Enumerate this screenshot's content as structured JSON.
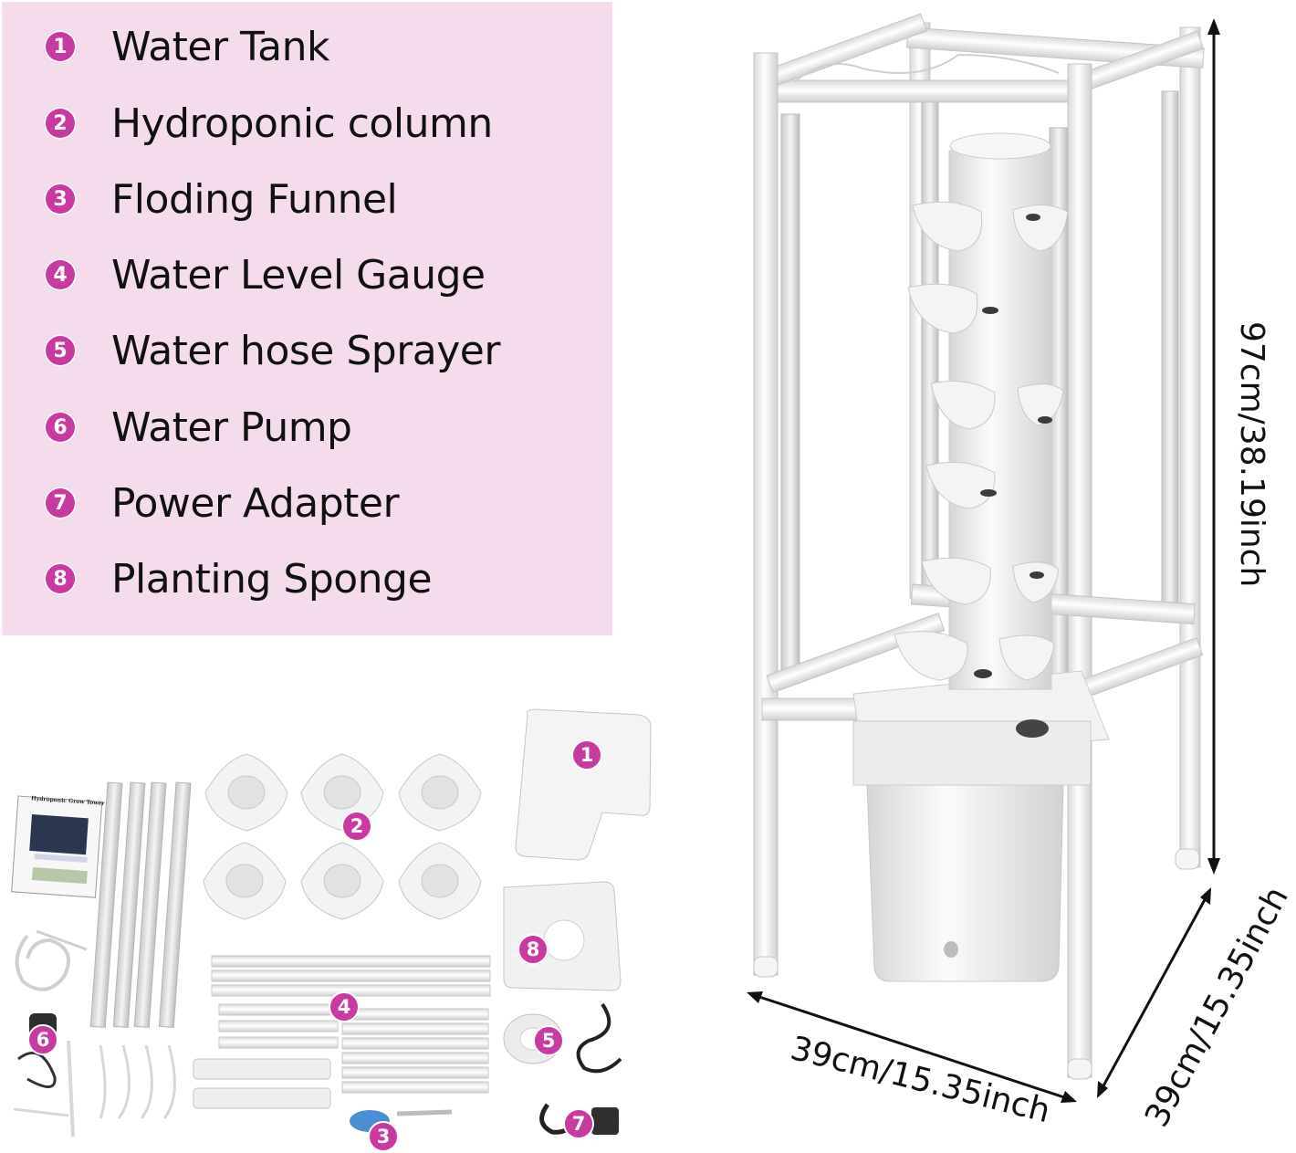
{
  "legend": {
    "items": [
      {
        "number": "1",
        "label": "Water Tank"
      },
      {
        "number": "2",
        "label": "Hydroponic column"
      },
      {
        "number": "3",
        "label": "Floding Funnel"
      },
      {
        "number": "4",
        "label": "Water Level Gauge"
      },
      {
        "number": "5",
        "label": "Water hose Sprayer"
      },
      {
        "number": "6",
        "label": "Water Pump"
      },
      {
        "number": "7",
        "label": "Power Adapter"
      },
      {
        "number": "8",
        "label": "Planting Sponge"
      }
    ]
  },
  "parts_photo": {
    "manual_title": "Hydroponic Grow Tower",
    "badges": {
      "b1": "1",
      "b2": "2",
      "b3": "3",
      "b4": "4",
      "b5": "5",
      "b6": "6",
      "b7": "7",
      "b8": "8"
    }
  },
  "dimensions": {
    "height": "97cm/38.19inch",
    "width": "39cm/15.35inch",
    "depth": "39cm/15.35inch"
  },
  "colors": {
    "panel": "#f5dced",
    "badge": "#c93aa0"
  }
}
